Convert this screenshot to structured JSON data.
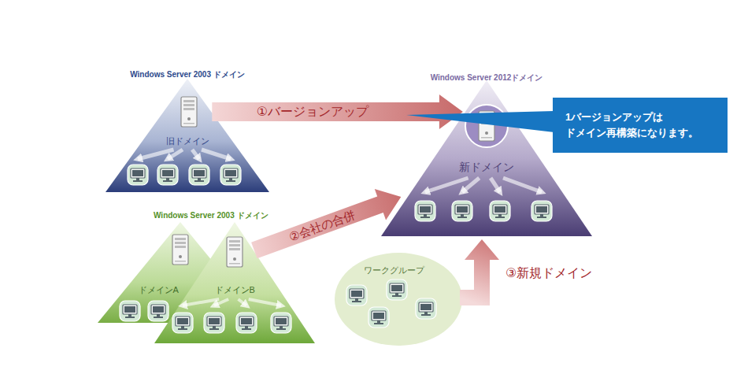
{
  "diagram": {
    "nodes": [
      {
        "text": [
          "Windows Server 2003 ドメイン",
          "旧ドメイン"
        ]
      },
      {
        "text": [
          "Windows Server 2012ドメイン",
          "新ドメイン"
        ]
      },
      {
        "text": [
          "1バージョンアップは ドメイン再構築になります。"
        ]
      },
      {
        "text": [
          "ドメインA"
        ]
      },
      {
        "text": [
          "ドメインB"
        ]
      },
      {
        "text": [
          "ワークグループ"
        ]
      }
    ],
    "edges": [
      {
        "from": 0,
        "to": 1,
        "arrow": "to",
        "label": "①バージョンアップ"
      },
      {
        "from": 4,
        "to": 1,
        "arrow": "to",
        "label": "②会社の合併"
      },
      {
        "from": 5,
        "to": 1,
        "arrow": "to",
        "label": "③新規ドメイン"
      }
    ],
    "labels": [
      "Windows Server 2003 ドメイン"
    ]
  }
}
